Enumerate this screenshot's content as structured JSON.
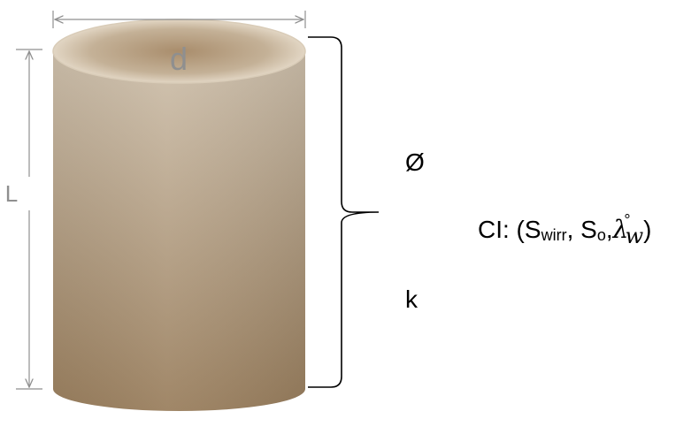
{
  "dimensions": {
    "diameter_label": "d",
    "length_label": "L"
  },
  "properties": {
    "porosity": "Ø",
    "permeability": "k"
  },
  "initial_conditions": {
    "prefix": "CI: (",
    "s_main_1": "S",
    "s_sub_1": "wirr",
    "sep_1": ", ",
    "s_main_2": "S",
    "s_sub_2": "o",
    "sep_2": ",",
    "lambda_symbol": "λ",
    "lambda_superscript": "°",
    "lambda_subscript": "w",
    "suffix": ")"
  },
  "colors": {
    "cylinder_top": "#cfc1ad",
    "cylinder_bottom": "#9a7f5e",
    "top_face_rim": "#e2d6c4",
    "top_face_center": "#a98d6c",
    "dimension_line": "#8f8f8f",
    "brace": "#000000"
  }
}
